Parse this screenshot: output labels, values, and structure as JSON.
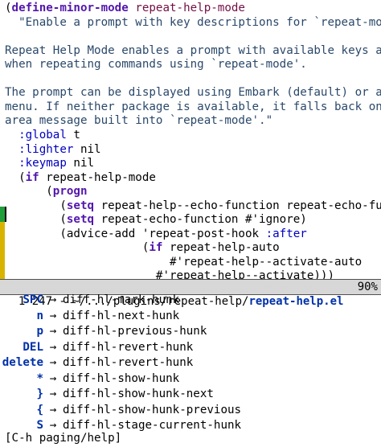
{
  "buffer": {
    "lines": [
      [
        {
          "t": "(",
          "c": ""
        },
        {
          "t": "define-minor-mode",
          "c": "kw"
        },
        {
          "t": " ",
          "c": ""
        },
        {
          "t": "repeat-help-mode",
          "c": "fn"
        }
      ],
      [
        {
          "t": "  \"Enable a prompt with key descriptions for `repeat-mode'",
          "c": "doc"
        }
      ],
      [
        {
          "t": "",
          "c": ""
        }
      ],
      [
        {
          "t": "Repeat Help Mode enables a prompt with available keys and ",
          "c": "doc"
        }
      ],
      [
        {
          "t": "when repeating commands using `repeat-mode'.",
          "c": "doc"
        }
      ],
      [
        {
          "t": "",
          "c": ""
        }
      ],
      [
        {
          "t": "The prompt can be displayed using Embark (default) or a Wh",
          "c": "doc"
        }
      ],
      [
        {
          "t": "menu. If neither package is available, it falls back on the",
          "c": "doc"
        }
      ],
      [
        {
          "t": "area message built into `repeat-mode'.\"",
          "c": "doc"
        }
      ],
      [
        {
          "t": "  ",
          "c": ""
        },
        {
          "t": ":global",
          "c": "cst"
        },
        {
          "t": " t",
          "c": ""
        }
      ],
      [
        {
          "t": "  ",
          "c": ""
        },
        {
          "t": ":lighter",
          "c": "cst"
        },
        {
          "t": " nil",
          "c": ""
        }
      ],
      [
        {
          "t": "  ",
          "c": ""
        },
        {
          "t": ":keymap",
          "c": "cst"
        },
        {
          "t": " nil",
          "c": ""
        }
      ],
      [
        {
          "t": "  (",
          "c": ""
        },
        {
          "t": "if",
          "c": "kw"
        },
        {
          "t": " repeat-help-mode",
          "c": ""
        }
      ],
      [
        {
          "t": "      (",
          "c": ""
        },
        {
          "t": "progn",
          "c": "kw"
        }
      ],
      [
        {
          "t": "        (",
          "c": ""
        },
        {
          "t": "setq",
          "c": "kw"
        },
        {
          "t": " repeat-help--echo-function repeat-echo-funct",
          "c": ""
        }
      ],
      [
        {
          "t": "        (",
          "c": ""
        },
        {
          "t": "setq",
          "c": "kw"
        },
        {
          "t": " repeat-echo-function #'ignore)",
          "c": ""
        }
      ],
      [
        {
          "t": "        (advice-add 'repeat-post-hook ",
          "c": ""
        },
        {
          "t": ":after",
          "c": "cst"
        }
      ],
      [
        {
          "t": "                    (",
          "c": ""
        },
        {
          "t": "if",
          "c": "kw"
        },
        {
          "t": " repeat-help-auto",
          "c": ""
        }
      ],
      [
        {
          "t": "                        #'repeat-help--activate-auto",
          "c": ""
        }
      ],
      [
        {
          "t": "                      #'repeat-help--activate)))",
          "c": ""
        }
      ]
    ]
  },
  "modeline": {
    "prefix": "1 247 - ~/.../plugins/repeat-help/",
    "filename": "repeat-help.el",
    "percent": "90%"
  },
  "keys": [
    {
      "key": "SPC",
      "command": "diff-hl-mark-hunk"
    },
    {
      "key": "n",
      "command": "diff-hl-next-hunk"
    },
    {
      "key": "p",
      "command": "diff-hl-previous-hunk"
    },
    {
      "key": "DEL",
      "command": "diff-hl-revert-hunk"
    },
    {
      "key": "delete",
      "command": "diff-hl-revert-hunk"
    },
    {
      "key": "*",
      "command": "diff-hl-show-hunk"
    },
    {
      "key": "}",
      "command": "diff-hl-show-hunk-next"
    },
    {
      "key": "{",
      "command": "diff-hl-show-hunk-previous"
    },
    {
      "key": "S",
      "command": "diff-hl-stage-current-hunk"
    }
  ],
  "arrow_glyph": "→",
  "echo": "[C-h paging/help]",
  "colors": {
    "fringe_changed": "#1e9f3a",
    "fringe_modified": "#d8b400",
    "text": "#000000",
    "modeline_bg": "#d7d7d7"
  }
}
